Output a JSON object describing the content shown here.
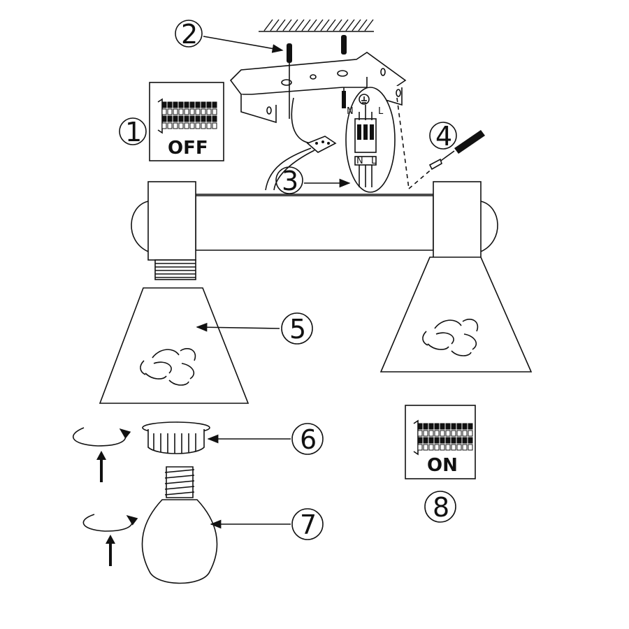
{
  "steps": [
    {
      "number": "1",
      "text": "1"
    },
    {
      "number": "2",
      "text": "2"
    },
    {
      "number": "3",
      "text": "3"
    },
    {
      "number": "4",
      "text": "4"
    },
    {
      "number": "5",
      "text": "5"
    },
    {
      "number": "6",
      "text": "6"
    },
    {
      "number": "7",
      "text": "7"
    },
    {
      "number": "8",
      "text": "8"
    }
  ],
  "panels": {
    "power_off": "OFF",
    "power_on": "ON"
  },
  "terminal_labels": {
    "neutral": "N",
    "live": "L"
  },
  "icons": [
    "rotate-arrow-icon",
    "up-arrow-icon",
    "screwdriver-icon",
    "ground-symbol-icon"
  ],
  "colors": {
    "line": "#111111",
    "background": "#ffffff"
  }
}
